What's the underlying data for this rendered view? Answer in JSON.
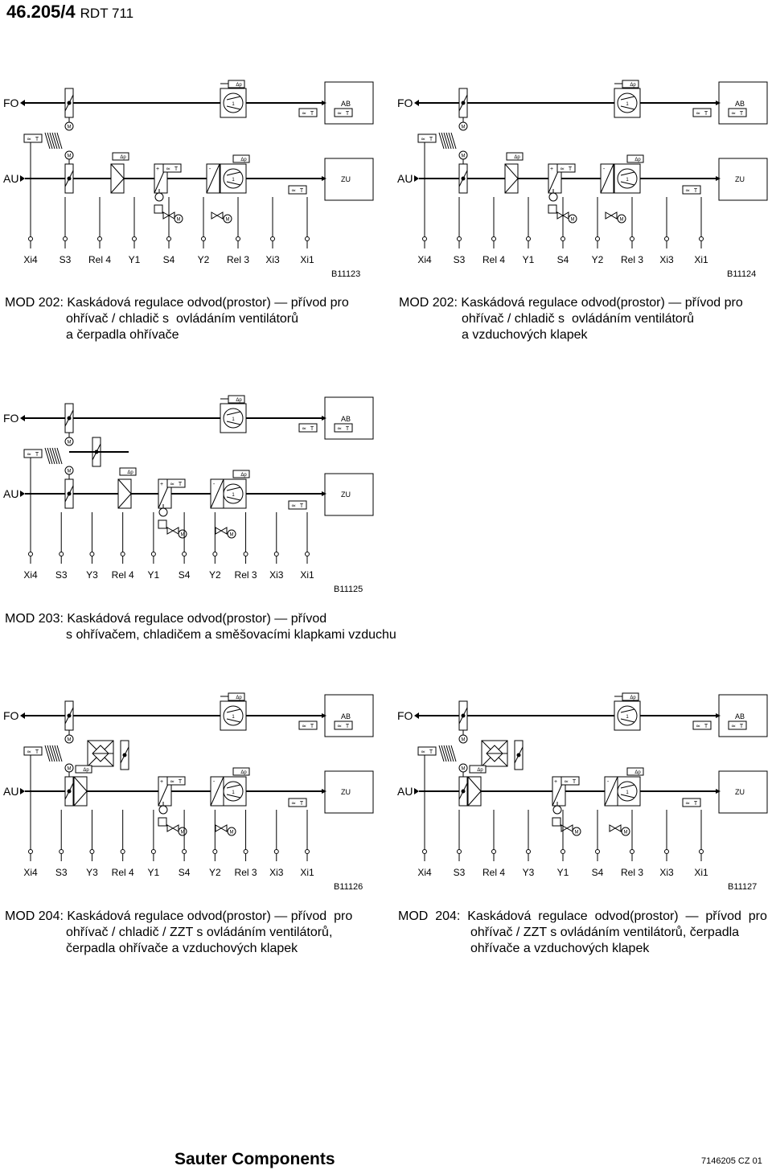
{
  "header": {
    "doc_number": "46.205/4",
    "product": "RDT 711"
  },
  "diagrams": [
    {
      "code": "B11123",
      "caption": [
        "MOD 202: Kaskádová regulace odvod(prostor) — přívod pro",
        "ohřívač / chladič s  ovládáním ventilátorů",
        "a čerpadla ohřívače"
      ],
      "terminals": [
        "Xi4",
        "S3",
        "Rel 4",
        "Y1",
        "S4",
        "Y2",
        "Rel 3",
        "Xi3",
        "Xi1"
      ]
    },
    {
      "code": "B11124",
      "caption": [
        "MOD 202: Kaskádová regulace odvod(prostor) — přívod pro",
        "ohřívač / chladič s  ovládáním ventilátorů",
        "a vzduchových klapek"
      ],
      "terminals": [
        "Xi4",
        "S3",
        "Rel 4",
        "Y1",
        "S4",
        "Y2",
        "Rel 3",
        "Xi3",
        "Xi1"
      ]
    },
    {
      "code": "B11125",
      "caption": [
        "MOD 203: Kaskádová regulace odvod(prostor) — přívod",
        "s ohřívačem, chladičem a směšovacími klapkami vzduchu"
      ],
      "terminals": [
        "Xi4",
        "S3",
        "Y3",
        "Rel 4",
        "Y1",
        "S4",
        "Y2",
        "Rel 3",
        "Xi3",
        "Xi1"
      ]
    },
    {
      "code": "B11126",
      "caption": [
        "MOD 204: Kaskádová regulace odvod(prostor) — přívod  pro",
        "ohřívač / chladič / ZZT s ovládáním ventilátorů,",
        "čerpadla ohřívače a vzduchových klapek"
      ],
      "terminals": [
        "Xi4",
        "S3",
        "Y3",
        "Rel 4",
        "Y1",
        "S4",
        "Y2",
        "Rel 3",
        "Xi3",
        "Xi1"
      ]
    },
    {
      "code": "B11127",
      "caption": [
        "MOD  204:  Kaskádová  regulace  odvod(prostor)  —  přívod  pro",
        "ohřívač / ZZT s ovládáním ventilátorů, čerpadla",
        "ohřívače a vzduchových klapek"
      ],
      "terminals": [
        "Xi4",
        "S3",
        "Rel 4",
        "Y3",
        "Y1",
        "S4",
        "Rel 3",
        "Xi3",
        "Xi1"
      ]
    }
  ],
  "labels": {
    "exhaust": "FO",
    "supply": "AU",
    "exhaust_out": "AB",
    "supply_out": "ZU",
    "motor": "M",
    "fan": "1",
    "sensor": "T",
    "filter_dp": "Δp",
    "plus": "+",
    "minus": "-"
  },
  "footer": {
    "brand": "Sauter Components",
    "doc_code": "7146205 CZ  01"
  }
}
